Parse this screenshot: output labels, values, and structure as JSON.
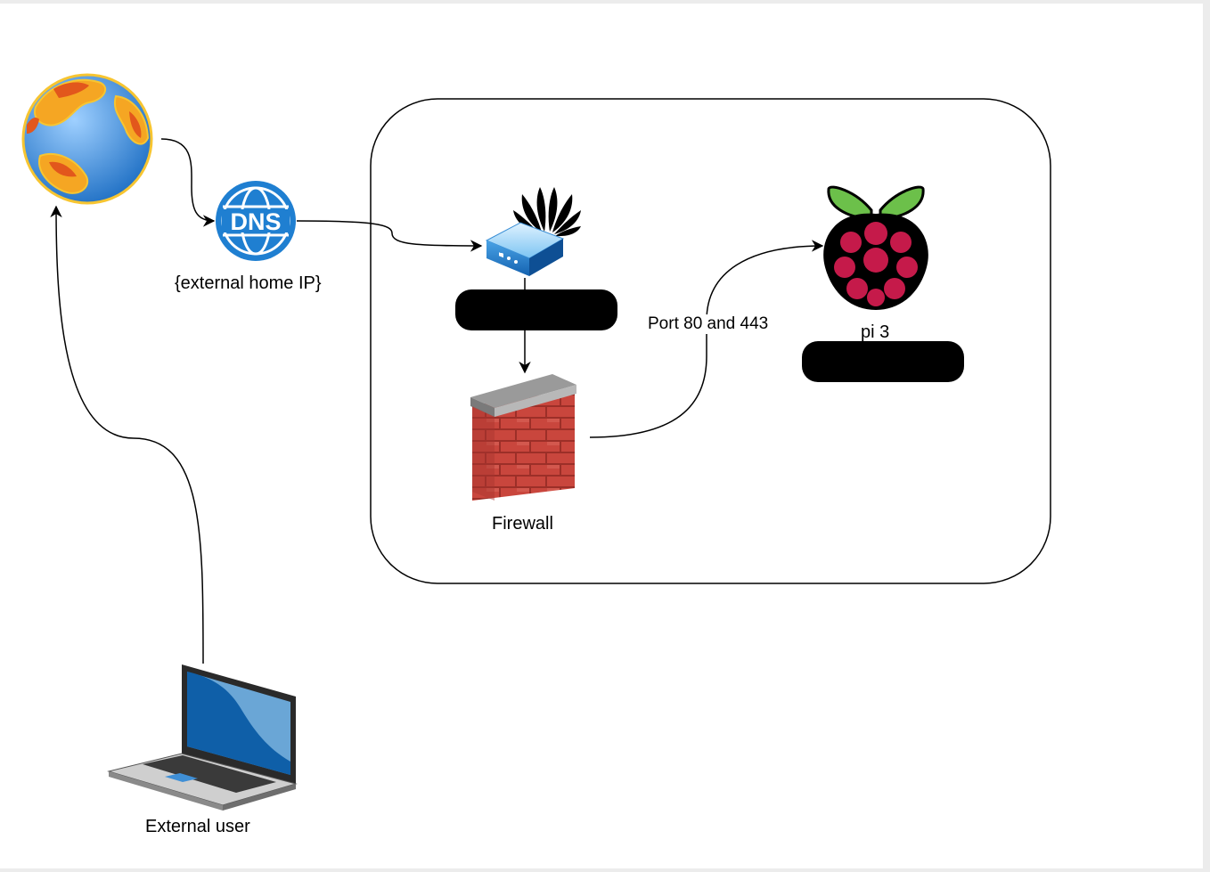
{
  "nodes": {
    "internet": {
      "icon": "globe-icon"
    },
    "dns": {
      "icon": "dns-icon",
      "badge": "DNS",
      "label": "{external home IP}"
    },
    "router": {
      "icon": "router-icon",
      "brand_icon": "huawei-logo-icon",
      "label_redacted": true
    },
    "firewall": {
      "icon": "brick-wall-icon",
      "label": "Firewall"
    },
    "raspberry_pi": {
      "icon": "raspberry-pi-icon",
      "label": "pi 3",
      "sublabel_redacted": true
    },
    "external_user": {
      "icon": "laptop-icon",
      "label": "External user"
    }
  },
  "edges": [
    {
      "from": "internet",
      "to": "dns"
    },
    {
      "from": "dns",
      "to": "router"
    },
    {
      "from": "router",
      "to": "firewall"
    },
    {
      "from": "firewall",
      "to": "raspberry_pi",
      "label": "Port 80 and 443"
    },
    {
      "from": "external_user",
      "to": "internet"
    }
  ],
  "colors": {
    "globe_ocean": "#2f86d6",
    "globe_land": "#f5a623",
    "dns_blue": "#1f7fd1",
    "brick_red": "#c9463d",
    "raspberry_red": "#c51a4a",
    "leaf_green": "#6cc04a",
    "laptop_screen": "#1a6fc0"
  }
}
